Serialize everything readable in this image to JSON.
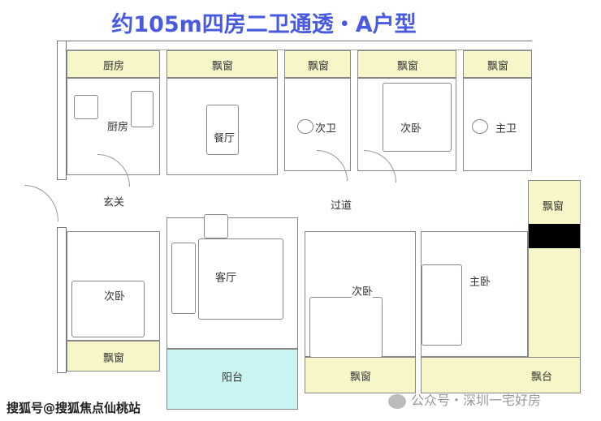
{
  "title": "约105m四房二卫通透・A户型",
  "rooms": {
    "kitchen_window": "厨房",
    "kitchen": "厨房",
    "dining_window": "飘窗",
    "dining": "餐厅",
    "bath2_window": "飘窗",
    "bath2": "次卫",
    "bed2_top_window": "飘窗",
    "bed2_top": "次卧",
    "master_bath_window": "飘窗",
    "master_bath": "主卫",
    "entrance": "玄关",
    "corridor": "过道",
    "right_window": "飘窗",
    "bed_left": "次卧",
    "bed_left_window": "飘窗",
    "living": "客厅",
    "balcony": "阳台",
    "bed_mid": "次卧",
    "bed_mid_window": "飘窗",
    "master": "主卧",
    "master_window": "飘台"
  },
  "watermark": "公众号・深圳一宅好房",
  "source": "搜狐号@搜狐焦点仙桃站",
  "colors": {
    "title": "#4a5ae0",
    "window": "#f7f6c9",
    "balcony": "#c9f4f1"
  }
}
